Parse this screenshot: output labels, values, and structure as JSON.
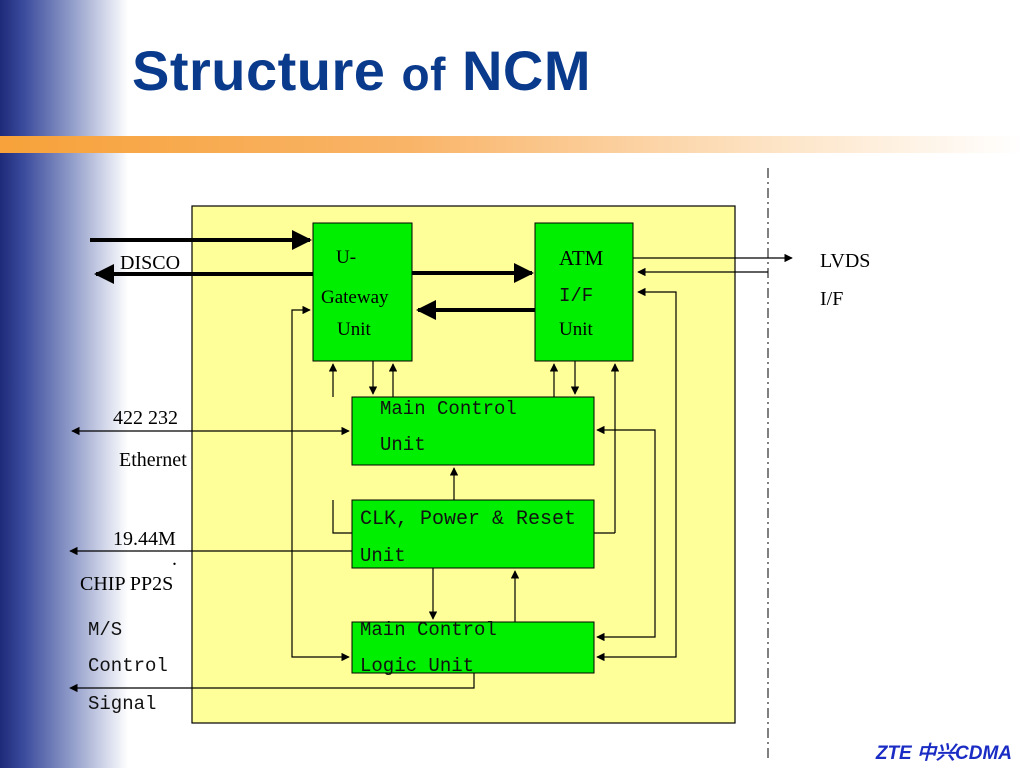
{
  "slide": {
    "title_part1": "Structure ",
    "title_part2": "of",
    "title_part3": " NCM",
    "footer": "ZTE 中兴CDMA"
  },
  "blocks": {
    "ugw_line1": "U-",
    "ugw_line2": "Gateway",
    "ugw_line3": "Unit",
    "atm_line1": "ATM",
    "atm_line2": "I/F",
    "atm_line3": "Unit",
    "mcu_line1": "Main  Control",
    "mcu_line2": "Unit",
    "clk_line1": "CLK, Power & Reset",
    "clk_line2": "Unit",
    "mcl_line1": "Main Control",
    "mcl_line2": "Logic Unit"
  },
  "labels": {
    "disco": "DISCO",
    "lvds": "LVDS",
    "lvds_if": "I/F",
    "rs": "422 232",
    "ethernet": "Ethernet",
    "clk_19": "19.44M",
    "dot": ".",
    "chip": "CHIP PP2S",
    "ms1": "M/S",
    "ms2": "Control",
    "ms3": "Signal"
  },
  "colors": {
    "board": "#ffff99",
    "block": "#00ee00",
    "title": "#0a3a8c",
    "accent": "#f7a23a",
    "footer": "#1a2cc4"
  }
}
